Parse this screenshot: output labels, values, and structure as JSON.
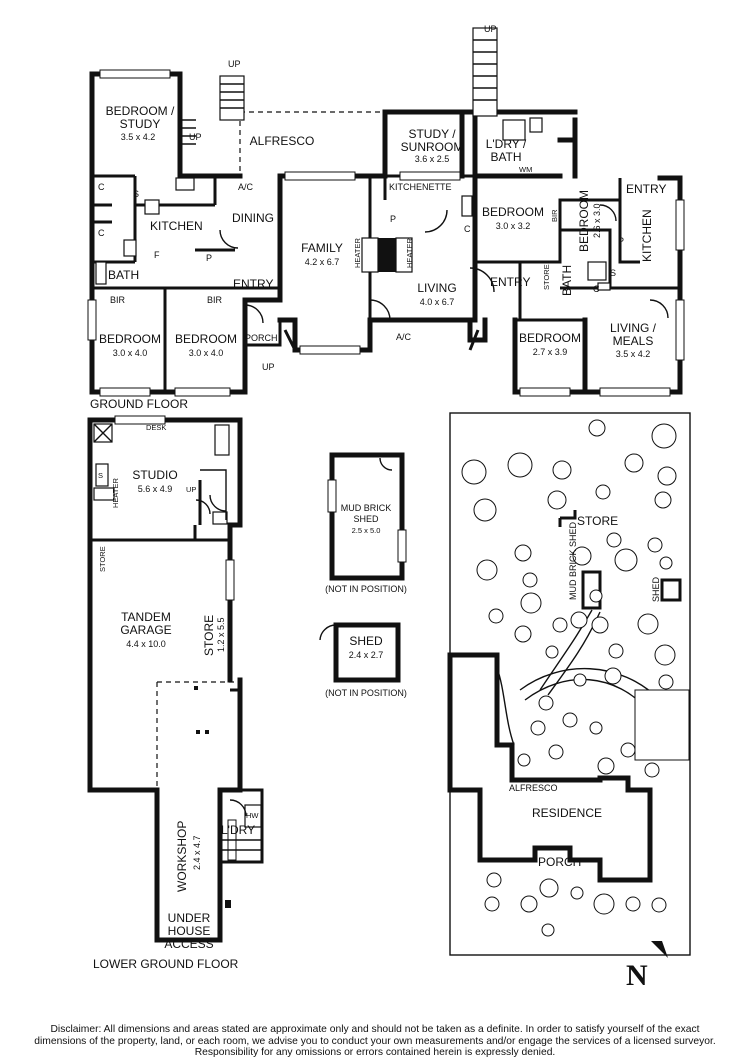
{
  "floors": {
    "ground": "GROUND FLOOR",
    "lower": "LOWER GROUND FLOOR"
  },
  "rooms": {
    "bed_study": {
      "name1": "BEDROOM /",
      "name2": "STUDY",
      "dim": "3.5 x 4.2"
    },
    "alfresco": "ALFRESCO",
    "study_sun": {
      "name1": "STUDY /",
      "name2": "SUNROOM",
      "dim": "3.6 x 2.5"
    },
    "ldry_bath": {
      "name1": "L'DRY /",
      "name2": "BATH"
    },
    "kitchen_w": "KITCHEN",
    "dining": "DINING",
    "family": {
      "name": "FAMILY",
      "dim": "4.2 x 6.7"
    },
    "kitchenette": "KITCHENETTE",
    "bed_c": {
      "name": "BEDROOM",
      "dim": "3.0 x 3.2"
    },
    "bed_e": {
      "name": "BEDROOM",
      "dim": "2.6 x 3.0"
    },
    "entry_ne": "ENTRY",
    "kitchen_e": "KITCHEN",
    "bath_w": "BATH",
    "entry_mid": "ENTRY",
    "living": {
      "name": "LIVING",
      "dim": "4.0 x 6.7"
    },
    "entry_e": "ENTRY",
    "bath_e": "BATH",
    "bed_sw1": {
      "name": "BEDROOM",
      "dim": "3.0 x 4.0"
    },
    "bed_sw2": {
      "name": "BEDROOM",
      "dim": "3.0 x 4.0"
    },
    "porch": "PORCH",
    "bed_se": {
      "name": "BEDROOM",
      "dim": "2.7 x 3.9"
    },
    "living_meals": {
      "name1": "LIVING /",
      "name2": "MEALS",
      "dim": "3.5 x 4.2"
    },
    "studio": {
      "name": "STUDIO",
      "dim": "5.6 x 4.9"
    },
    "garage": {
      "name1": "TANDEM",
      "name2": "GARAGE",
      "dim": "4.4 x 10.0"
    },
    "store_g": {
      "name": "STORE",
      "dim": "1.2 x 5.5"
    },
    "workshop": {
      "name": "WORKSHOP",
      "dim": "2.4 x 4.7"
    },
    "ldry_lower": "L'DRY",
    "under_house": {
      "l1": "UNDER",
      "l2": "HOUSE",
      "l3": "ACCESS"
    },
    "mud_shed": {
      "l1": "MUD BRICK",
      "l2": "SHED",
      "dim": "2.5 x 5.0",
      "note": "(NOT IN POSITION)"
    },
    "shed": {
      "name": "SHED",
      "dim": "2.4 x 2.7",
      "note": "(NOT IN POSITION)"
    }
  },
  "labels": {
    "up": "UP",
    "ac": "A/C",
    "bir": "BIR",
    "heater": "HEATER",
    "c": "C",
    "s": "S",
    "p": "P",
    "f": "F",
    "wm": "WM",
    "store": "STORE",
    "desk": "DESK",
    "hw": "HW"
  },
  "site": {
    "store": "STORE",
    "mud_brick_shed": "MUD BRICK SHED",
    "shed": "SHED",
    "alfresco": "ALFRESCO",
    "residence": "RESIDENCE",
    "porch": "PORCH"
  },
  "compass": "N",
  "disclaimer": "Disclaimer: All dimensions and areas stated are approximate only and should not be taken as a definite. In order to satisfy yourself of the exact dimensions of the property, land, or each room, we advise you to conduct your own measurements and/or engage the services of a licensed surveyor. Responsibility for any omissions or errors contained herein is expressly denied."
}
